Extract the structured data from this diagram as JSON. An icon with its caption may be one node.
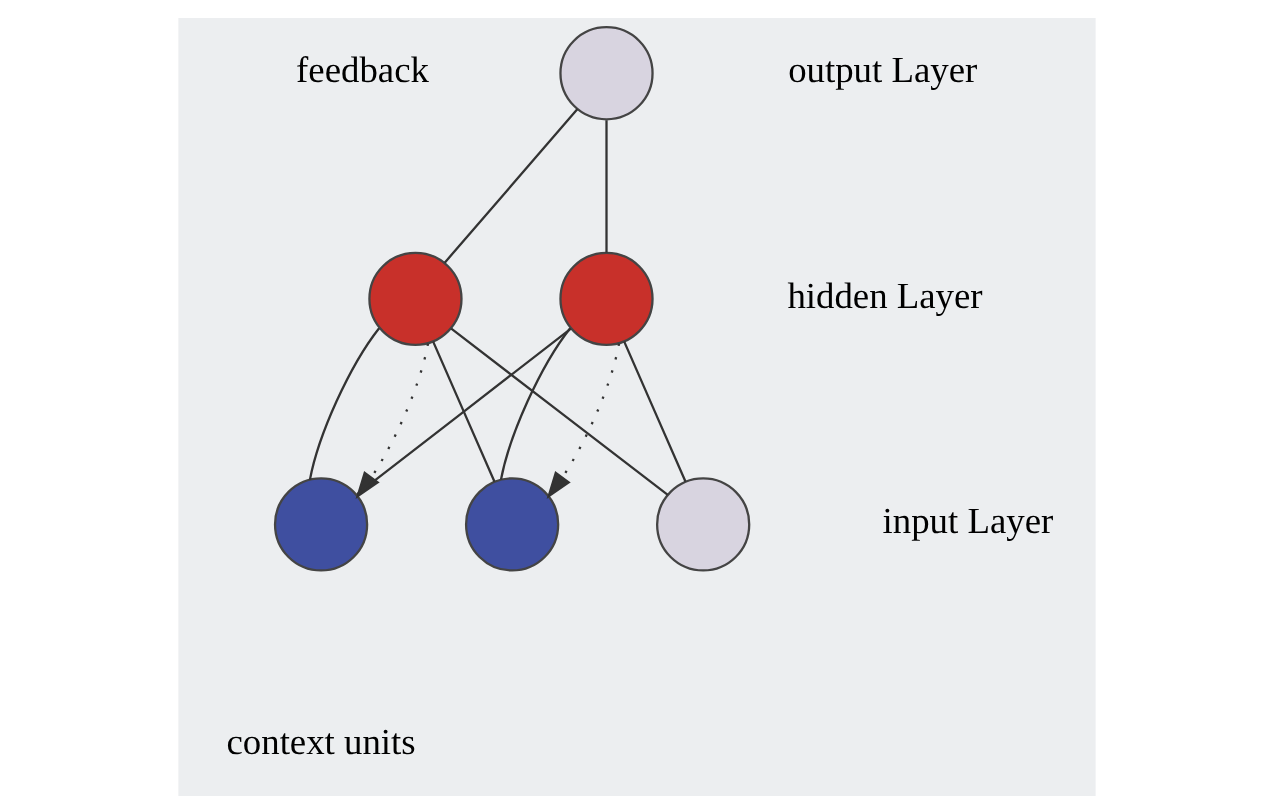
{
  "diagram": {
    "nodes": [
      {
        "text": [],
        "shape": "circle"
      },
      {
        "text": [],
        "shape": "circle"
      },
      {
        "text": [],
        "shape": "circle"
      },
      {
        "text": [],
        "shape": "circle"
      },
      {
        "text": [],
        "shape": "circle"
      },
      {
        "text": [],
        "shape": "circle"
      }
    ],
    "edges": [
      {
        "from": 0,
        "to": 1,
        "arrow": "none"
      },
      {
        "from": 0,
        "to": 2,
        "arrow": "none"
      },
      {
        "from": 1,
        "to": 3,
        "arrow": "none"
      },
      {
        "from": 1,
        "to": 4,
        "arrow": "none"
      },
      {
        "from": 1,
        "to": 5,
        "arrow": "none"
      },
      {
        "from": 2,
        "to": 3,
        "arrow": "none"
      },
      {
        "from": 2,
        "to": 4,
        "arrow": "none"
      },
      {
        "from": 2,
        "to": 5,
        "arrow": "none"
      },
      {
        "from": 1,
        "to": 3,
        "arrow": "to",
        "style": "dashed"
      },
      {
        "from": 2,
        "to": 4,
        "arrow": "to",
        "style": "dashed"
      }
    ],
    "labels": [
      "output Layer",
      "feedback",
      "hidden Layer",
      "input Layer",
      "context units"
    ]
  }
}
